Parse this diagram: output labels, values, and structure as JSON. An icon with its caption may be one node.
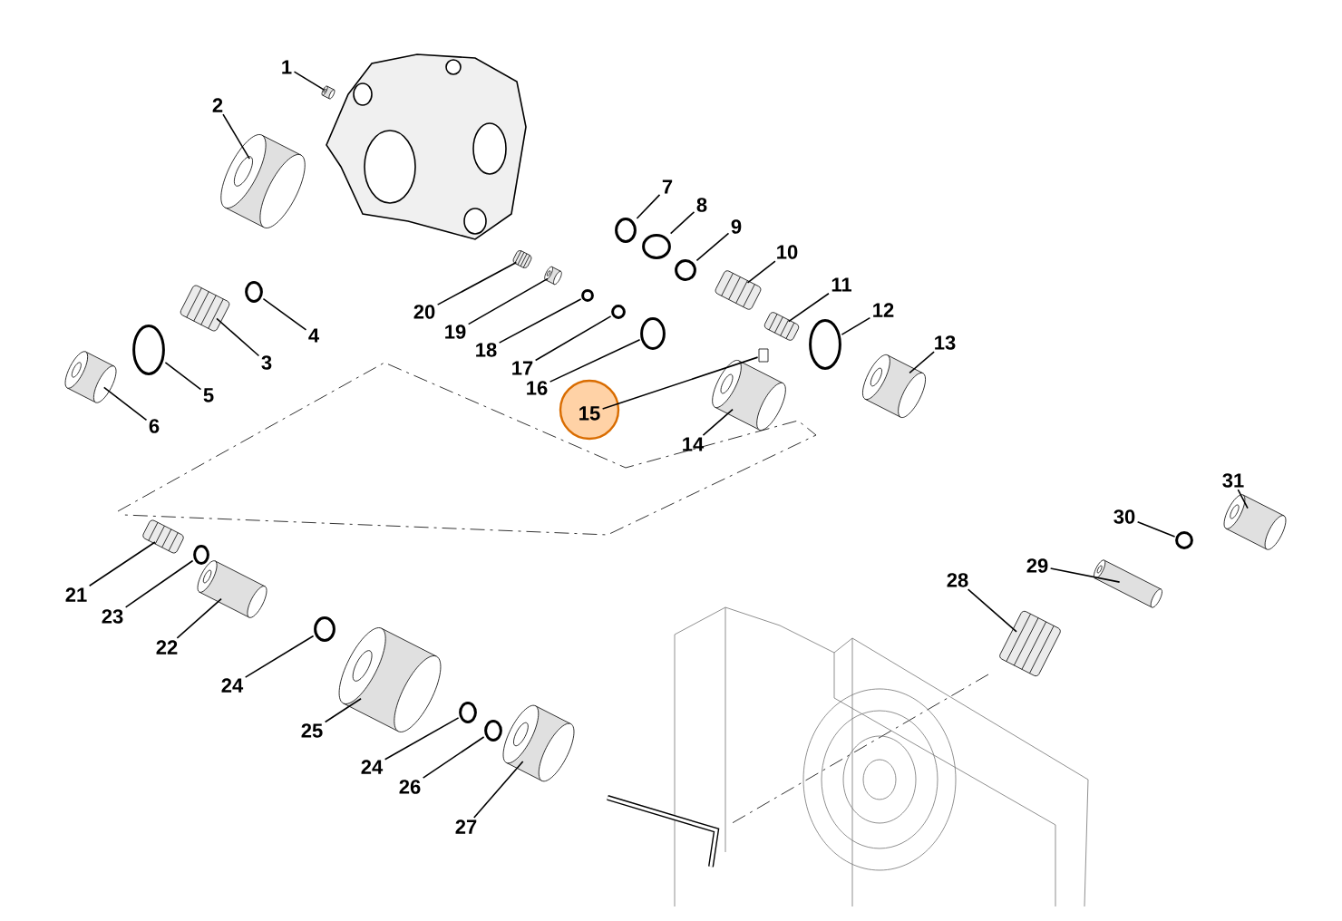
{
  "diagram": {
    "nodes": [
      {
        "text": [
          "1"
        ]
      },
      {
        "text": [
          "2"
        ]
      },
      {
        "text": [
          "3"
        ]
      },
      {
        "text": [
          "4"
        ]
      },
      {
        "text": [
          "5"
        ]
      },
      {
        "text": [
          "6"
        ]
      },
      {
        "text": [
          "7"
        ]
      },
      {
        "text": [
          "8"
        ]
      },
      {
        "text": [
          "9"
        ]
      },
      {
        "text": [
          "10"
        ]
      },
      {
        "text": [
          "11"
        ]
      },
      {
        "text": [
          "12"
        ]
      },
      {
        "text": [
          "13"
        ]
      },
      {
        "text": [
          "14"
        ]
      },
      {
        "text": [
          "15"
        ]
      },
      {
        "text": [
          "16"
        ]
      },
      {
        "text": [
          "17"
        ]
      },
      {
        "text": [
          "18"
        ]
      },
      {
        "text": [
          "19"
        ]
      },
      {
        "text": [
          "20"
        ]
      },
      {
        "text": [
          "21"
        ]
      },
      {
        "text": [
          "23"
        ]
      },
      {
        "text": [
          "22"
        ]
      },
      {
        "text": [
          "24"
        ]
      },
      {
        "text": [
          "25"
        ]
      },
      {
        "text": [
          "24"
        ]
      },
      {
        "text": [
          "26"
        ]
      },
      {
        "text": [
          "27"
        ]
      },
      {
        "text": [
          "28"
        ]
      },
      {
        "text": [
          "29"
        ]
      },
      {
        "text": [
          "30"
        ]
      },
      {
        "text": [
          "31"
        ]
      },
      {
        "text": [],
        "shape": "cylinder"
      },
      {
        "text": [],
        "shape": "cylinder"
      },
      {
        "text": [],
        "shape": "picture"
      },
      {
        "text": [],
        "shape": "circle"
      },
      {
        "text": [],
        "shape": "circle"
      },
      {
        "text": [],
        "shape": "cylinder"
      },
      {
        "text": [],
        "shape": "circle"
      },
      {
        "text": [],
        "shape": "circle"
      },
      {
        "text": [],
        "shape": "circle"
      },
      {
        "text": [],
        "shape": "picture"
      },
      {
        "text": [],
        "shape": "picture"
      },
      {
        "text": [],
        "shape": "circle"
      },
      {
        "text": [],
        "shape": "cylinder"
      },
      {
        "text": [],
        "shape": "cylinder"
      },
      {
        "text": [],
        "shape": "box"
      },
      {
        "text": [],
        "shape": "circle"
      },
      {
        "text": [],
        "shape": "circle"
      },
      {
        "text": [],
        "shape": "circle"
      },
      {
        "text": [],
        "shape": "cylinder"
      },
      {
        "text": [],
        "shape": "picture"
      },
      {
        "text": [],
        "shape": "picture"
      },
      {
        "text": [],
        "shape": "circle"
      },
      {
        "text": [],
        "shape": "cylinder"
      },
      {
        "text": [],
        "shape": "circle"
      },
      {
        "text": [],
        "shape": "cylinder"
      },
      {
        "text": [],
        "shape": "circle"
      },
      {
        "text": [],
        "shape": "circle"
      },
      {
        "text": [],
        "shape": "cylinder"
      },
      {
        "text": [],
        "shape": "picture"
      },
      {
        "text": [],
        "shape": "cylinder"
      },
      {
        "text": [],
        "shape": "circle"
      },
      {
        "text": [],
        "shape": "cylinder"
      }
    ],
    "edges": [
      {
        "from": 0,
        "to": 32,
        "arrow": "none"
      },
      {
        "from": 1,
        "to": 33,
        "arrow": "none"
      },
      {
        "from": 2,
        "to": 34,
        "arrow": "none"
      },
      {
        "from": 3,
        "to": 35,
        "arrow": "none"
      },
      {
        "from": 4,
        "to": 36,
        "arrow": "none"
      },
      {
        "from": 5,
        "to": 37,
        "arrow": "none"
      },
      {
        "from": 6,
        "to": 38,
        "arrow": "none"
      },
      {
        "from": 7,
        "to": 39,
        "arrow": "none"
      },
      {
        "from": 8,
        "to": 40,
        "arrow": "none"
      },
      {
        "from": 9,
        "to": 41,
        "arrow": "none"
      },
      {
        "from": 10,
        "to": 42,
        "arrow": "none"
      },
      {
        "from": 11,
        "to": 43,
        "arrow": "none"
      },
      {
        "from": 12,
        "to": 44,
        "arrow": "none"
      },
      {
        "from": 13,
        "to": 45,
        "arrow": "none"
      },
      {
        "from": 14,
        "to": 46,
        "arrow": "none"
      },
      {
        "from": 15,
        "to": 47,
        "arrow": "none"
      },
      {
        "from": 16,
        "to": 48,
        "arrow": "none"
      },
      {
        "from": 17,
        "to": 49,
        "arrow": "none"
      },
      {
        "from": 18,
        "to": 50,
        "arrow": "none"
      },
      {
        "from": 19,
        "to": 51,
        "arrow": "none"
      },
      {
        "from": 20,
        "to": 52,
        "arrow": "none"
      },
      {
        "from": 21,
        "to": 53,
        "arrow": "none"
      },
      {
        "from": 22,
        "to": 54,
        "arrow": "none"
      },
      {
        "from": 23,
        "to": 55,
        "arrow": "none"
      },
      {
        "from": 24,
        "to": 56,
        "arrow": "none"
      },
      {
        "from": 25,
        "to": 57,
        "arrow": "none"
      },
      {
        "from": 26,
        "to": 58,
        "arrow": "none"
      },
      {
        "from": 27,
        "to": 59,
        "arrow": "none"
      },
      {
        "from": 28,
        "to": 60,
        "arrow": "none"
      },
      {
        "from": 29,
        "to": 61,
        "arrow": "none"
      },
      {
        "from": 30,
        "to": 62,
        "arrow": "none"
      },
      {
        "from": 31,
        "to": 63,
        "arrow": "none"
      }
    ]
  }
}
